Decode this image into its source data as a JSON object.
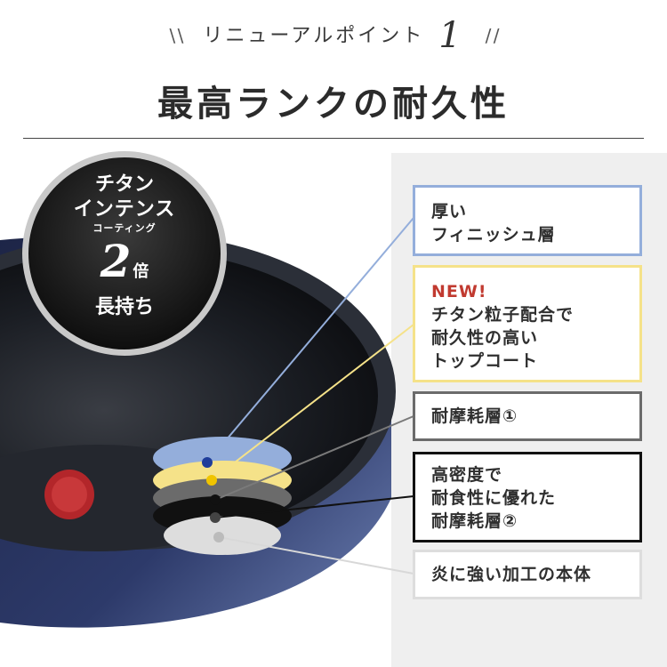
{
  "header": {
    "subtitle": "リニューアルポイント",
    "point_number": "1",
    "title": "最高ランクの耐久性"
  },
  "badge": {
    "line1": "チタン",
    "line2": "インテンス",
    "line3": "コーティング",
    "multiplier_number": "2",
    "multiplier_unit": "倍",
    "line5": "長持ち"
  },
  "layers": [
    {
      "lines": [
        "厚い",
        "フィニッシュ層"
      ],
      "color": "#94aedb"
    },
    {
      "new_label": "NEW!",
      "lines": [
        "チタン粒子配合で",
        "耐久性の高い",
        "トップコート"
      ],
      "color": "#f5e289"
    },
    {
      "lines": [
        "耐摩耗層①"
      ],
      "color": "#6b6b6b"
    },
    {
      "lines": [
        "高密度で",
        "耐食性に優れた",
        "耐摩耗層②"
      ],
      "color": "#111111"
    },
    {
      "lines": [
        "炎に強い加工の本体"
      ],
      "color": "#dddddd"
    }
  ],
  "colors": {
    "pan_dark": "#1a1d24",
    "pan_blue": "#27345e",
    "heat_indicator": "#b3262a",
    "new_red": "#c13a30"
  }
}
